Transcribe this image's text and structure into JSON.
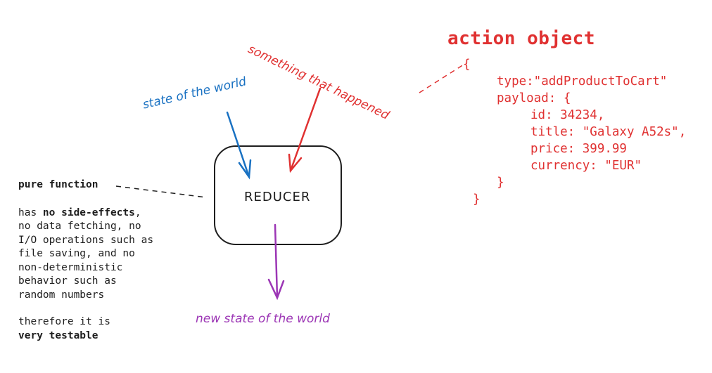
{
  "labels": {
    "something_happened": "something that happened",
    "state_of_world": "state of the world",
    "new_state": "new state of the world",
    "reducer": "REDUCER",
    "action_title": "action object"
  },
  "code": {
    "open_brace": "{",
    "line_type": "type:\"addProductToCart\"",
    "line_payload": "payload: {",
    "line_id": "id: 34234,",
    "line_title": "title: \"Galaxy A52s\",",
    "line_price": "price: 399.99",
    "line_currency": "currency: \"EUR\"",
    "close_inner": "}",
    "close_outer": "}"
  },
  "notes": {
    "pure_function": "pure function",
    "has": "has ",
    "no_side_effects": "no side-effects",
    "rest_comma": ",",
    "line2": "no data fetching, no",
    "line3": "I/O operations such as",
    "line4": "file saving, and no",
    "line5": "non-deterministic",
    "line6": "behavior such as",
    "line7": "random numbers",
    "line8": "therefore it is",
    "very_testable": "very testable"
  },
  "colors": {
    "red": "#e03131",
    "blue": "#1971c2",
    "purple": "#9c36b5",
    "black": "#1e1e1e"
  }
}
